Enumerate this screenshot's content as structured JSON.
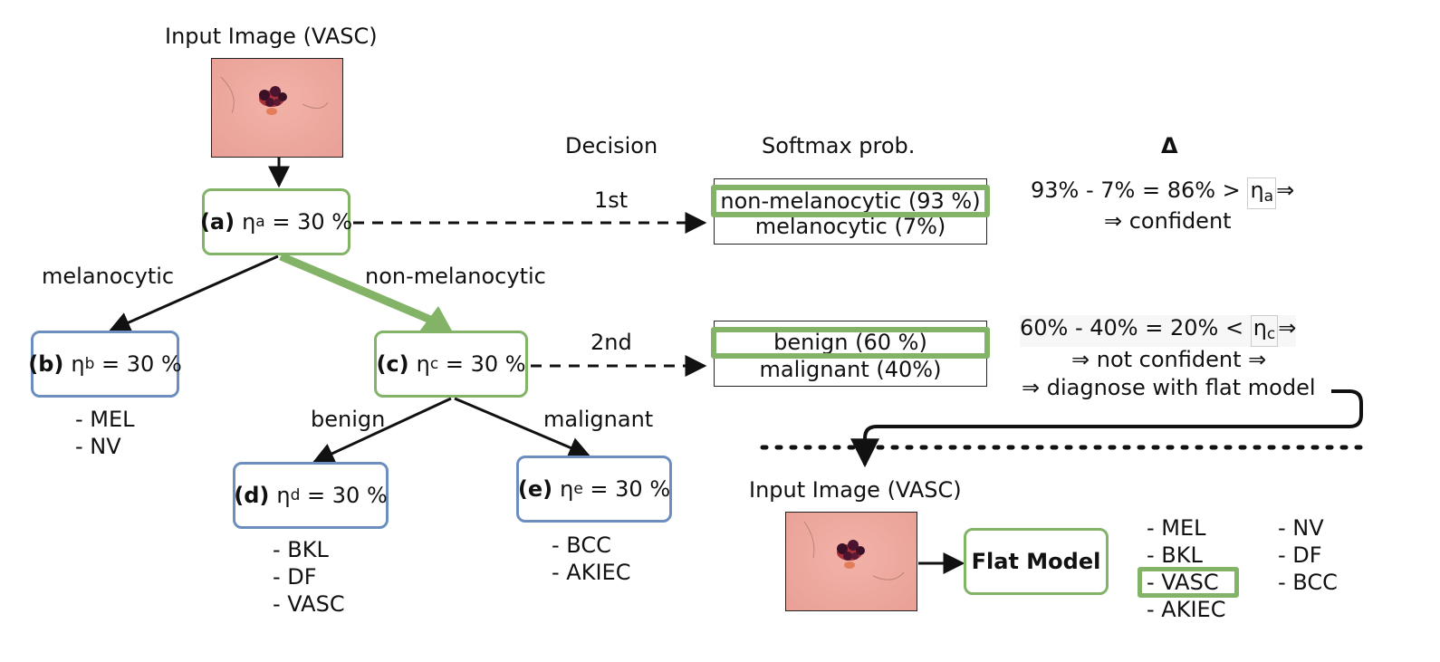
{
  "input_title": "Input Image (VASC)",
  "column_headers": {
    "decision": "Decision",
    "softmax": "Softmax prob.",
    "delta": "Δ"
  },
  "nodes": {
    "a": {
      "tag": "(a)",
      "eta": "η",
      "sub": "a",
      "value": "= 30 %"
    },
    "b": {
      "tag": "(b)",
      "eta": "η",
      "sub": "b",
      "value": "= 30 %"
    },
    "c": {
      "tag": "(c)",
      "eta": "η",
      "sub": "c",
      "value": "= 30 %"
    },
    "d": {
      "tag": "(d)",
      "eta": "η",
      "sub": "d",
      "value": "= 30 %"
    },
    "e": {
      "tag": "(e)",
      "eta": "η",
      "sub": "e",
      "value": "= 30 %"
    }
  },
  "edge_labels": {
    "melanocytic": "melanocytic",
    "non_melanocytic": "non-melanocytic",
    "benign": "benign",
    "malignant": "malignant"
  },
  "leaf_lists": {
    "b": [
      "- MEL",
      "- NV"
    ],
    "d": [
      "- BKL",
      "- DF",
      "- VASC"
    ],
    "e": [
      "- BCC",
      "- AKIEC"
    ]
  },
  "decisions": {
    "first": "1st",
    "second": "2nd"
  },
  "softmax": {
    "first": [
      "non-melanocytic (93 %)",
      "melanocytic (7%)"
    ],
    "second": [
      "benign (60 %)",
      "malignant (40%)"
    ]
  },
  "delta": {
    "first_line1_pre": "93% - 7% = 86% >",
    "first_eta": "η",
    "first_eta_sub": "a",
    "first_line1_post": "⇒",
    "first_line2": "⇒ confident",
    "second_line1_pre": "60% - 40% = 20% <",
    "second_eta": "η",
    "second_eta_sub": "c",
    "second_line1_post": "⇒",
    "second_line2": "⇒ not confident ⇒",
    "second_line3": "⇒ diagnose with flat model"
  },
  "flat": {
    "input_title": "Input Image (VASC)",
    "model_label": "Flat Model",
    "classes_col1": [
      "- MEL",
      "- BKL",
      "- VASC",
      "- AKIEC"
    ],
    "classes_col2": [
      "- NV",
      "- DF",
      "- BCC"
    ]
  },
  "colors": {
    "green": "#82b366",
    "blue": "#6c8ebf",
    "line": "#111111"
  }
}
